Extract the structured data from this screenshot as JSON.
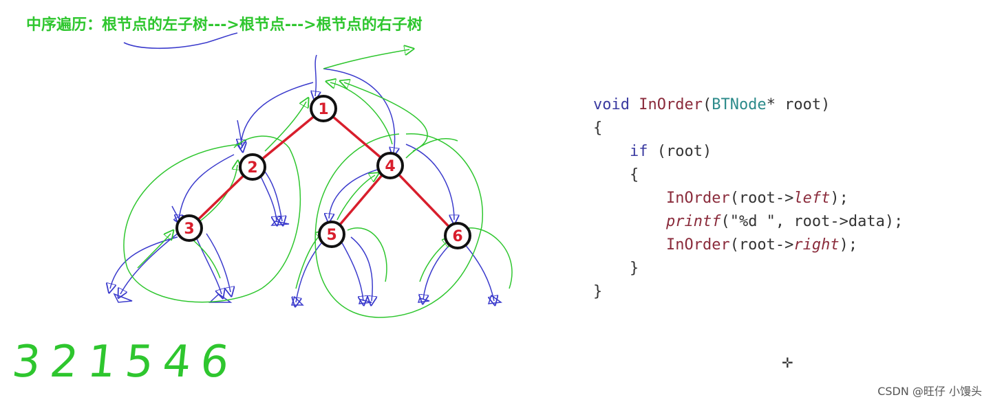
{
  "title": "中序遍历：根节点的左子树--->根节点--->根节点的右子树",
  "tree": {
    "nodes": [
      {
        "id": "n1",
        "label": "1"
      },
      {
        "id": "n2",
        "label": "2"
      },
      {
        "id": "n3",
        "label": "3"
      },
      {
        "id": "n4",
        "label": "4"
      },
      {
        "id": "n5",
        "label": "5"
      },
      {
        "id": "n6",
        "label": "6"
      }
    ],
    "edge_color": "#d81e2c",
    "node_label_color": "#d81e2c",
    "traversal_arrow_color": "#3a3acc",
    "return_arrow_color": "#2ec62e"
  },
  "code": {
    "line1_kw": "void",
    "line1_fn": "InOrder",
    "line1_open": "(",
    "line1_type": "BTNode",
    "line1_rest": "* root)",
    "line2": "{",
    "line3_kw": "if",
    "line3_rest": " (root)",
    "line4": "{",
    "line5_fn": "InOrder",
    "line5_a": "(root->",
    "line5_it": "left",
    "line5_b": ");",
    "line6_it": "printf",
    "line6_rest": "(\"%d \", root->data);",
    "line7_fn": "InOrder",
    "line7_a": "(root->",
    "line7_it": "right",
    "line7_b": ");",
    "line8": "}",
    "line9": "}"
  },
  "handwritten_answer": "321546",
  "watermark": "CSDN @旺仔 小馒头",
  "colors": {
    "title": "#2ec62e",
    "answer": "#2ec62e"
  }
}
